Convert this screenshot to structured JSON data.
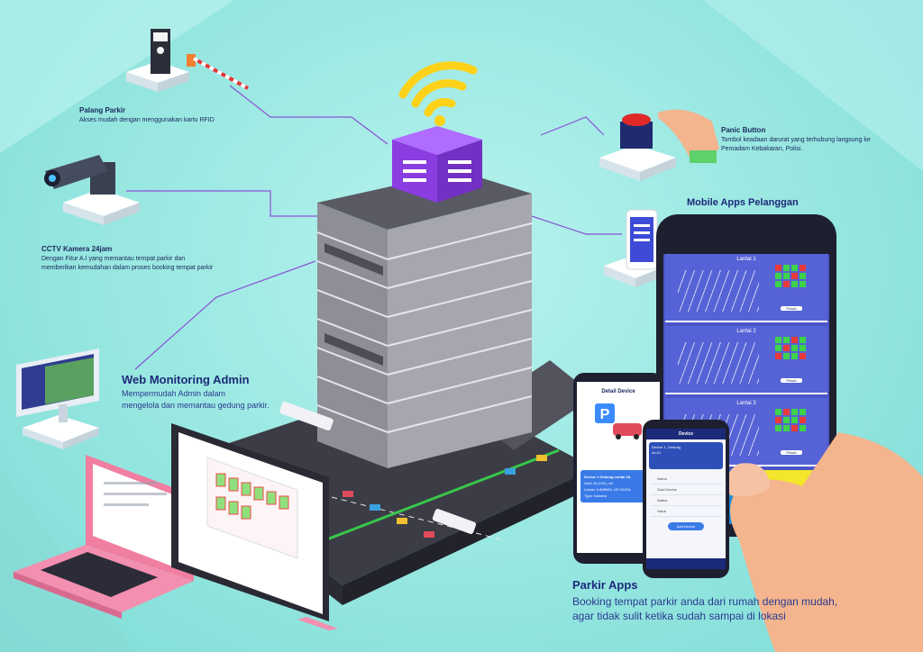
{
  "colors": {
    "background": "#a6ece6",
    "text_dark": "#1c2a60",
    "hub_purple": "#8a3de0",
    "wifi_yellow": "#ffd21a",
    "connector": "#8a52d6"
  },
  "icons": {
    "hub": "iot-hub-icon",
    "wifi": "wifi-icon",
    "barrier": "parking-barrier-icon",
    "camera": "cctv-camera-icon",
    "panic": "panic-button-icon",
    "phone": "mobile-phone-icon",
    "monitor": "monitor-icon",
    "laptop": "laptop-icon"
  },
  "callouts": {
    "palang": {
      "title": "Palang Parkir",
      "desc": "Akses mudah dengan menggunakan kartu RFID"
    },
    "cctv": {
      "title": "CCTV Kamera 24jam",
      "desc_line1": "Dengan Fitur A.I yang memantau tempat parkir dan",
      "desc_line2": "memberikan kemudahan dalam proses booking tempat parkir"
    },
    "panic": {
      "title": "Panic Button",
      "desc_line1": "Tombol keadaan darurat yang terhubung langsung ke",
      "desc_line2": "Pemadam Kebakaran, Polisi."
    },
    "mobile": {
      "title": "Mobile Apps Pelanggan"
    },
    "web": {
      "title": "Web Monitoring Admin",
      "desc_line1": "Mempermudah Admin dalam",
      "desc_line2": "mengelola dan memantau gedung parkir."
    },
    "parkir": {
      "title": "Parkir Apps",
      "desc_line1": "Booking tempat parkir anda dari rumah dengan mudah,",
      "desc_line2": "agar tidak sulit ketika sudah sampai di lokasi"
    }
  },
  "mobile_app": {
    "floors": [
      "Lantai 1",
      "Lantai 2",
      "Lantai 3"
    ],
    "pesan_label": "Pesan"
  },
  "parkir_app": {
    "header": "Detail Device",
    "card_title": "Device 1 Gedung Lantai 4A",
    "card_line1": "Guid: M-1234_m4",
    "card_line2": "Lokasi: 6.898943, 107.61234",
    "card_line3": "Type: Kamera",
    "front_header": "Device",
    "front_card_line1": "Device 1, Gedung",
    "front_card_line2": "4a A1",
    "rows": [
      "Nama",
      "Guid Device",
      "Status",
      "Value"
    ],
    "add_button": "Add Device"
  }
}
